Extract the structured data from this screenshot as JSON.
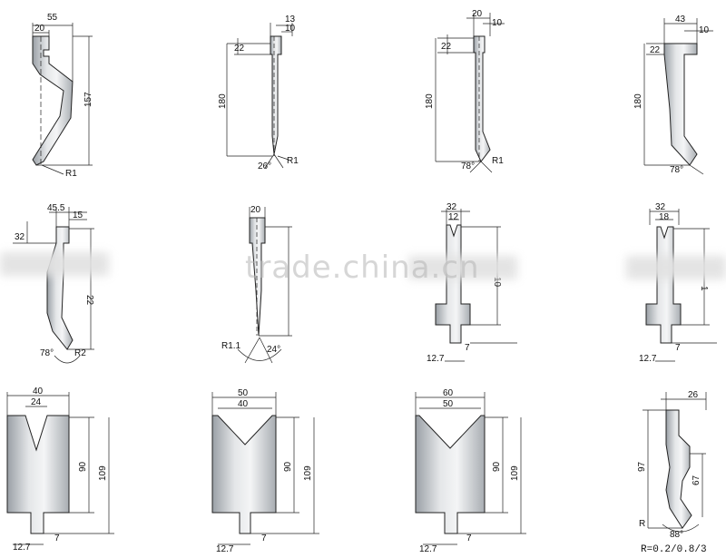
{
  "tools": [
    {
      "name": "gooseneck-punch-157",
      "labels": {
        "w": "55",
        "t": "20",
        "h": "157",
        "r": "R1"
      }
    },
    {
      "name": "straight-punch-26",
      "labels": {
        "a": "13",
        "b": "10",
        "c": "22",
        "h": "180",
        "ang": "26°",
        "r": "R1"
      }
    },
    {
      "name": "straight-punch-78",
      "labels": {
        "a": "20",
        "b": "10",
        "c": "22",
        "h": "180",
        "ang": "78°",
        "r": "R1"
      }
    },
    {
      "name": "offset-punch-78",
      "labels": {
        "a": "43",
        "b": "10",
        "c": "22",
        "h": "180",
        "ang": "78°"
      }
    },
    {
      "name": "gooseneck-punch-78",
      "labels": {
        "a": "45.5",
        "b": "15",
        "c": "32",
        "h": "22",
        "ang": "78°",
        "r": "R2"
      }
    },
    {
      "name": "acute-punch-24",
      "labels": {
        "w": "20",
        "r": "R1.1",
        "ang": "24°"
      }
    },
    {
      "name": "v-die-12",
      "labels": {
        "w": "32",
        "v": "12",
        "h": "10",
        "s": "12.7",
        "t": "7"
      }
    },
    {
      "name": "v-die-18",
      "labels": {
        "w": "32",
        "v": "18",
        "h": "1",
        "s": "12.7",
        "t": "7"
      }
    },
    {
      "name": "v-die-24",
      "labels": {
        "w": "40",
        "v": "24",
        "h1": "90",
        "h2": "109",
        "s": "12.7",
        "t": "7"
      }
    },
    {
      "name": "v-die-40",
      "labels": {
        "w": "50",
        "v": "40",
        "h1": "90",
        "h2": "109",
        "s": "12.7",
        "t": "7"
      }
    },
    {
      "name": "v-die-50",
      "labels": {
        "w": "60",
        "v": "50",
        "h1": "90",
        "h2": "109",
        "s": "12.7",
        "t": "7"
      }
    },
    {
      "name": "radius-punch-88",
      "labels": {
        "w": "26",
        "h1": "97",
        "h2": "67",
        "ang": "88°",
        "r": "R",
        "note": "R=0.2/0.8/3"
      }
    }
  ],
  "watermark": "trade.china.cn"
}
